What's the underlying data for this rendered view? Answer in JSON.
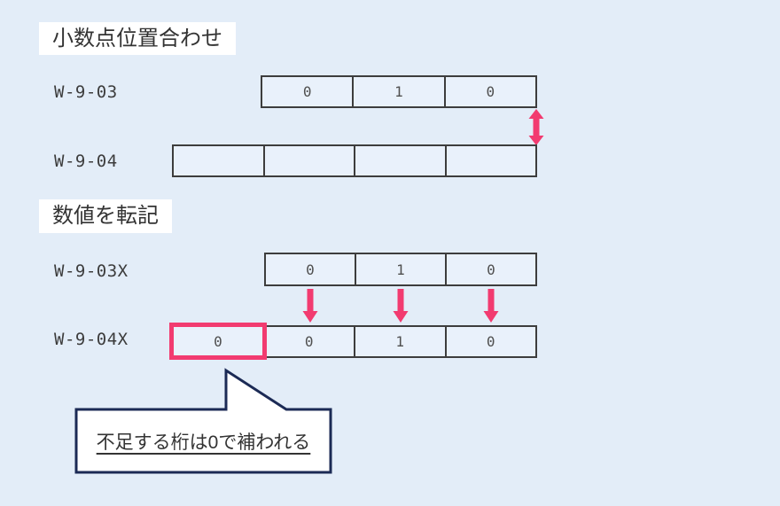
{
  "colors": {
    "background": "#e3edf8",
    "title_bg": "#ffffff",
    "title_text": "#333333",
    "label_text": "#3c3c3c",
    "cell_fill": "#e9f1fb",
    "cell_border": "#3d3d3d",
    "cell_text": "#4f4f4f",
    "accent_pink": "#f23b70",
    "callout_border": "#1b2a55",
    "callout_bg": "#ffffff",
    "callout_text": "#333333"
  },
  "section_alignment": {
    "title": "小数点位置合わせ",
    "rows": [
      {
        "label": "W-9-03",
        "cells": [
          "0",
          "1",
          "0"
        ]
      },
      {
        "label": "W-9-04",
        "cells": [
          "",
          "",
          "",
          ""
        ]
      }
    ]
  },
  "section_transfer": {
    "title": "数値を転記",
    "rows": [
      {
        "label": "W-9-03X",
        "cells": [
          "0",
          "1",
          "0"
        ]
      },
      {
        "label": "W-9-04X",
        "cells": [
          "0",
          "0",
          "1",
          "0"
        ],
        "highlighted_cell_index": 0
      }
    ]
  },
  "callout": {
    "text": "不足する桁は0で補われる"
  },
  "icons": {
    "gap_arrow": "double-vertical-arrow",
    "transfer_arrow": "down-arrow"
  }
}
